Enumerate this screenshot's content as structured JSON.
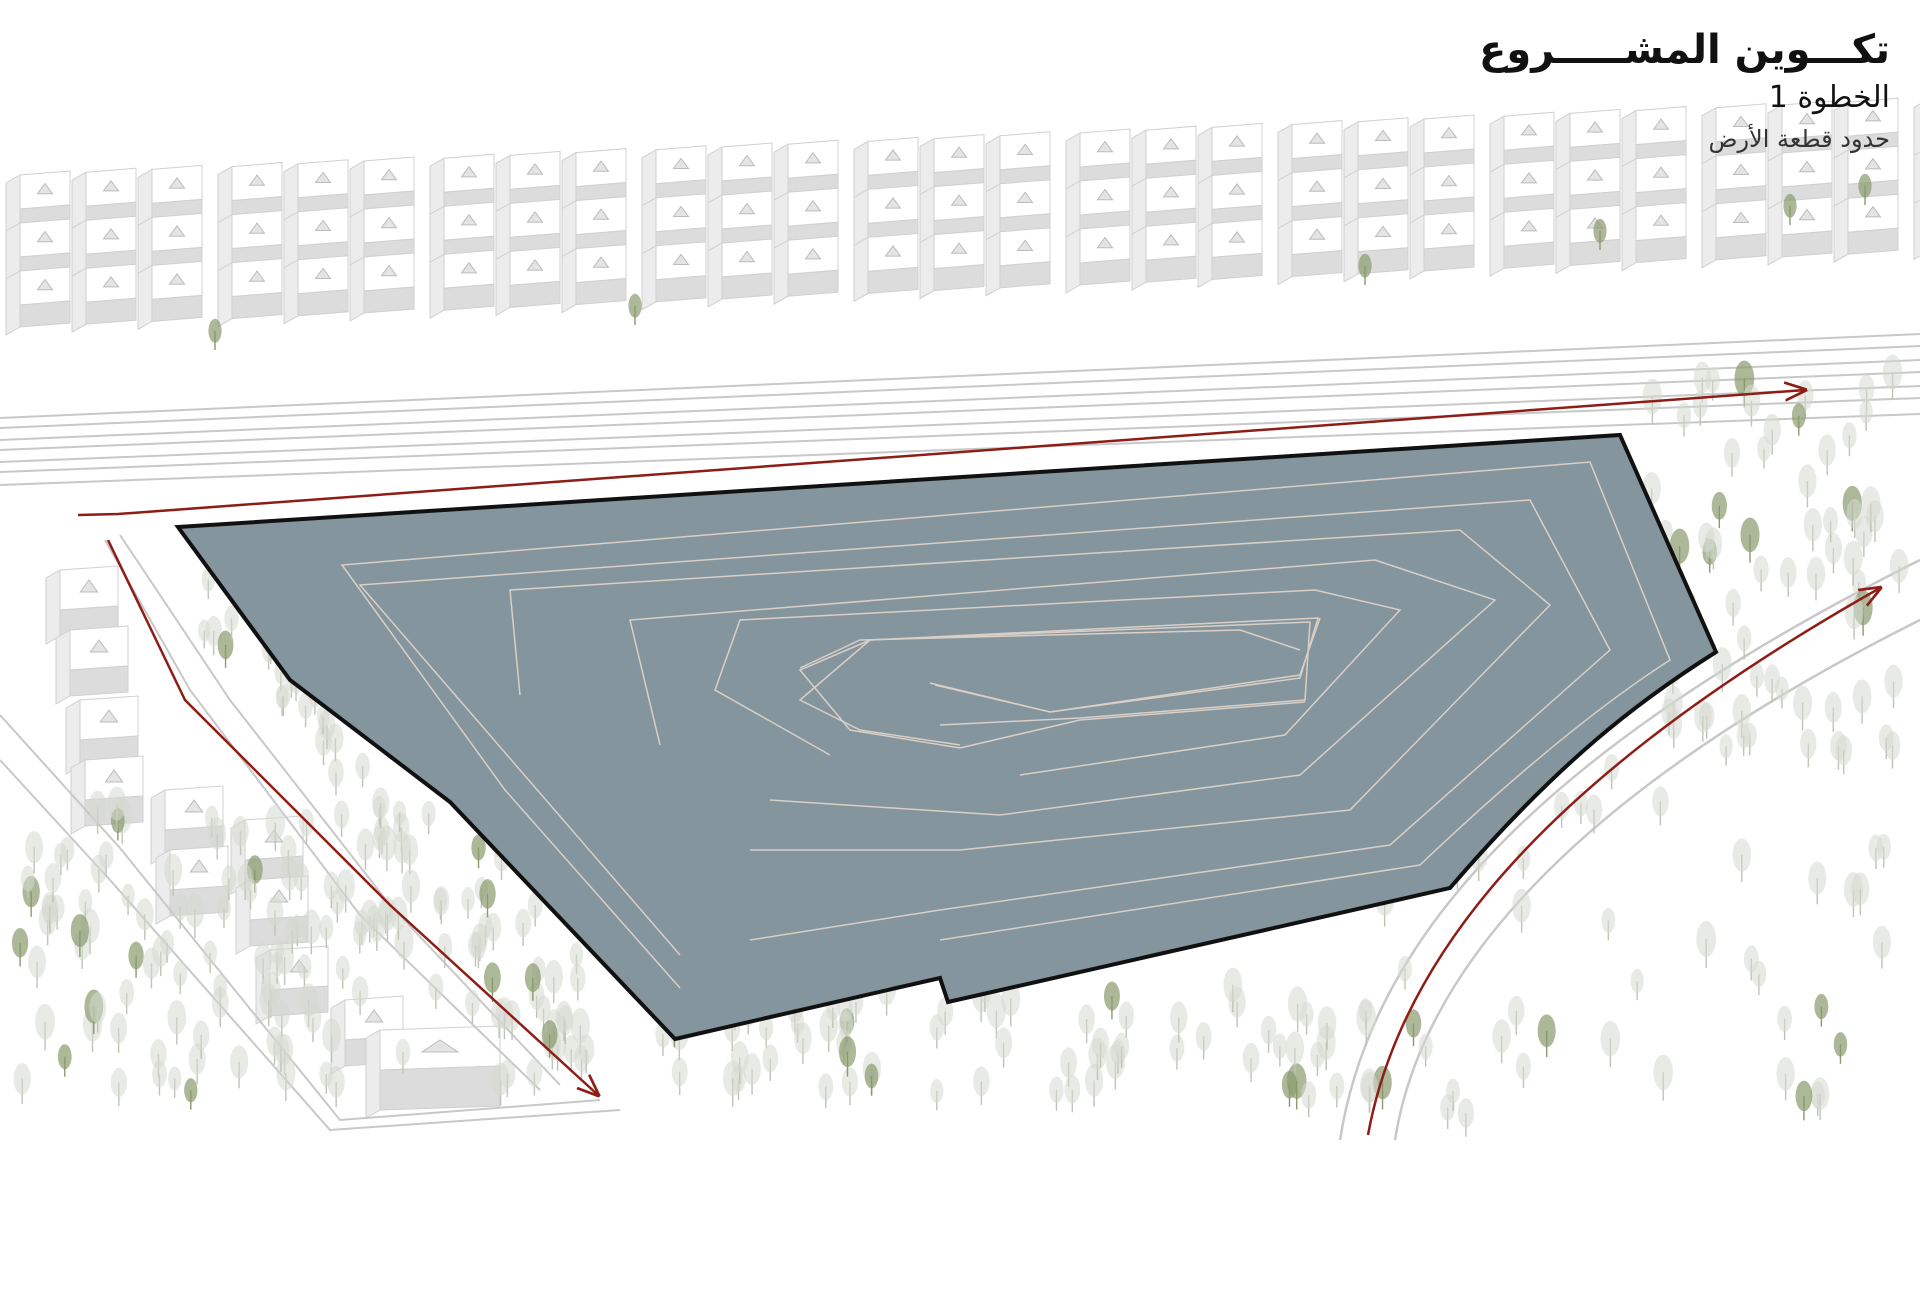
{
  "title": {
    "main": "تكـــوين المشـــــروع",
    "step": "الخطوة 1",
    "subtitle": "حدود قطعة الأرض"
  },
  "colors": {
    "plot_fill": "#84959d",
    "plot_outline": "#111111",
    "contour": "#d9cfc6",
    "boundary_arrow": "#8e1d17",
    "building_shadow": "#dcdcdc",
    "building_top": "#ffffff",
    "tree": "#d6d9cf",
    "tree_accent": "#8a9a6e",
    "road_line": "#c8c8c8"
  }
}
